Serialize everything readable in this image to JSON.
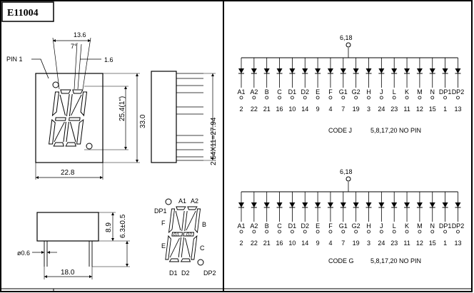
{
  "title": "E11004",
  "front": {
    "pin1_label": "PIN 1",
    "dim_seg_pitch": "13.6",
    "dim_angle": "7°",
    "dim_seg_width": "1.6",
    "dim_char_height": "25.4(1\")",
    "dim_height": "33.0",
    "dim_width": "22.8"
  },
  "side": {
    "dim_pin_span": "2.54X11=27.94"
  },
  "bottom": {
    "dim_body_h": "8.9",
    "dim_pin_len": "6.3±0.5",
    "dim_pin_dia": "ø0.6",
    "dim_pin_row": "18.0"
  },
  "segments": {
    "A1": "A1",
    "A2": "A2",
    "B": "B",
    "C": "C",
    "D1": "D1",
    "D2": "D2",
    "E": "E",
    "F": "F",
    "G1": "G1",
    "G2": "G2",
    "DP1": "DP1",
    "DP2": "DP2",
    "H": "H",
    "J": "J",
    "K": "K",
    "L": "L",
    "M": "M",
    "N": "N"
  },
  "schem_j": {
    "common_pin": "6,18",
    "code": "CODE J",
    "no_pin": "5,8,17,20  NO PIN",
    "labels": [
      "A1",
      "A2",
      "B",
      "C",
      "D1",
      "D2",
      "E",
      "F",
      "G1",
      "G2",
      "H",
      "J",
      "L",
      "K",
      "M",
      "N",
      "DP1",
      "DP2"
    ],
    "pins": [
      "2",
      "22",
      "21",
      "16",
      "10",
      "14",
      "9",
      "4",
      "7",
      "19",
      "3",
      "24",
      "23",
      "11",
      "12",
      "15",
      "1",
      "13"
    ]
  },
  "schem_g": {
    "common_pin": "6,18",
    "code": "CODE G",
    "no_pin": "5,8,17,20  NO PIN",
    "labels": [
      "A1",
      "A2",
      "B",
      "C",
      "D1",
      "D2",
      "E",
      "F",
      "G1",
      "G2",
      "H",
      "J",
      "L",
      "K",
      "M",
      "N",
      "DP1",
      "DP2"
    ],
    "pins": [
      "2",
      "22",
      "21",
      "16",
      "10",
      "14",
      "9",
      "4",
      "7",
      "19",
      "3",
      "24",
      "23",
      "11",
      "12",
      "15",
      "1",
      "13"
    ]
  }
}
